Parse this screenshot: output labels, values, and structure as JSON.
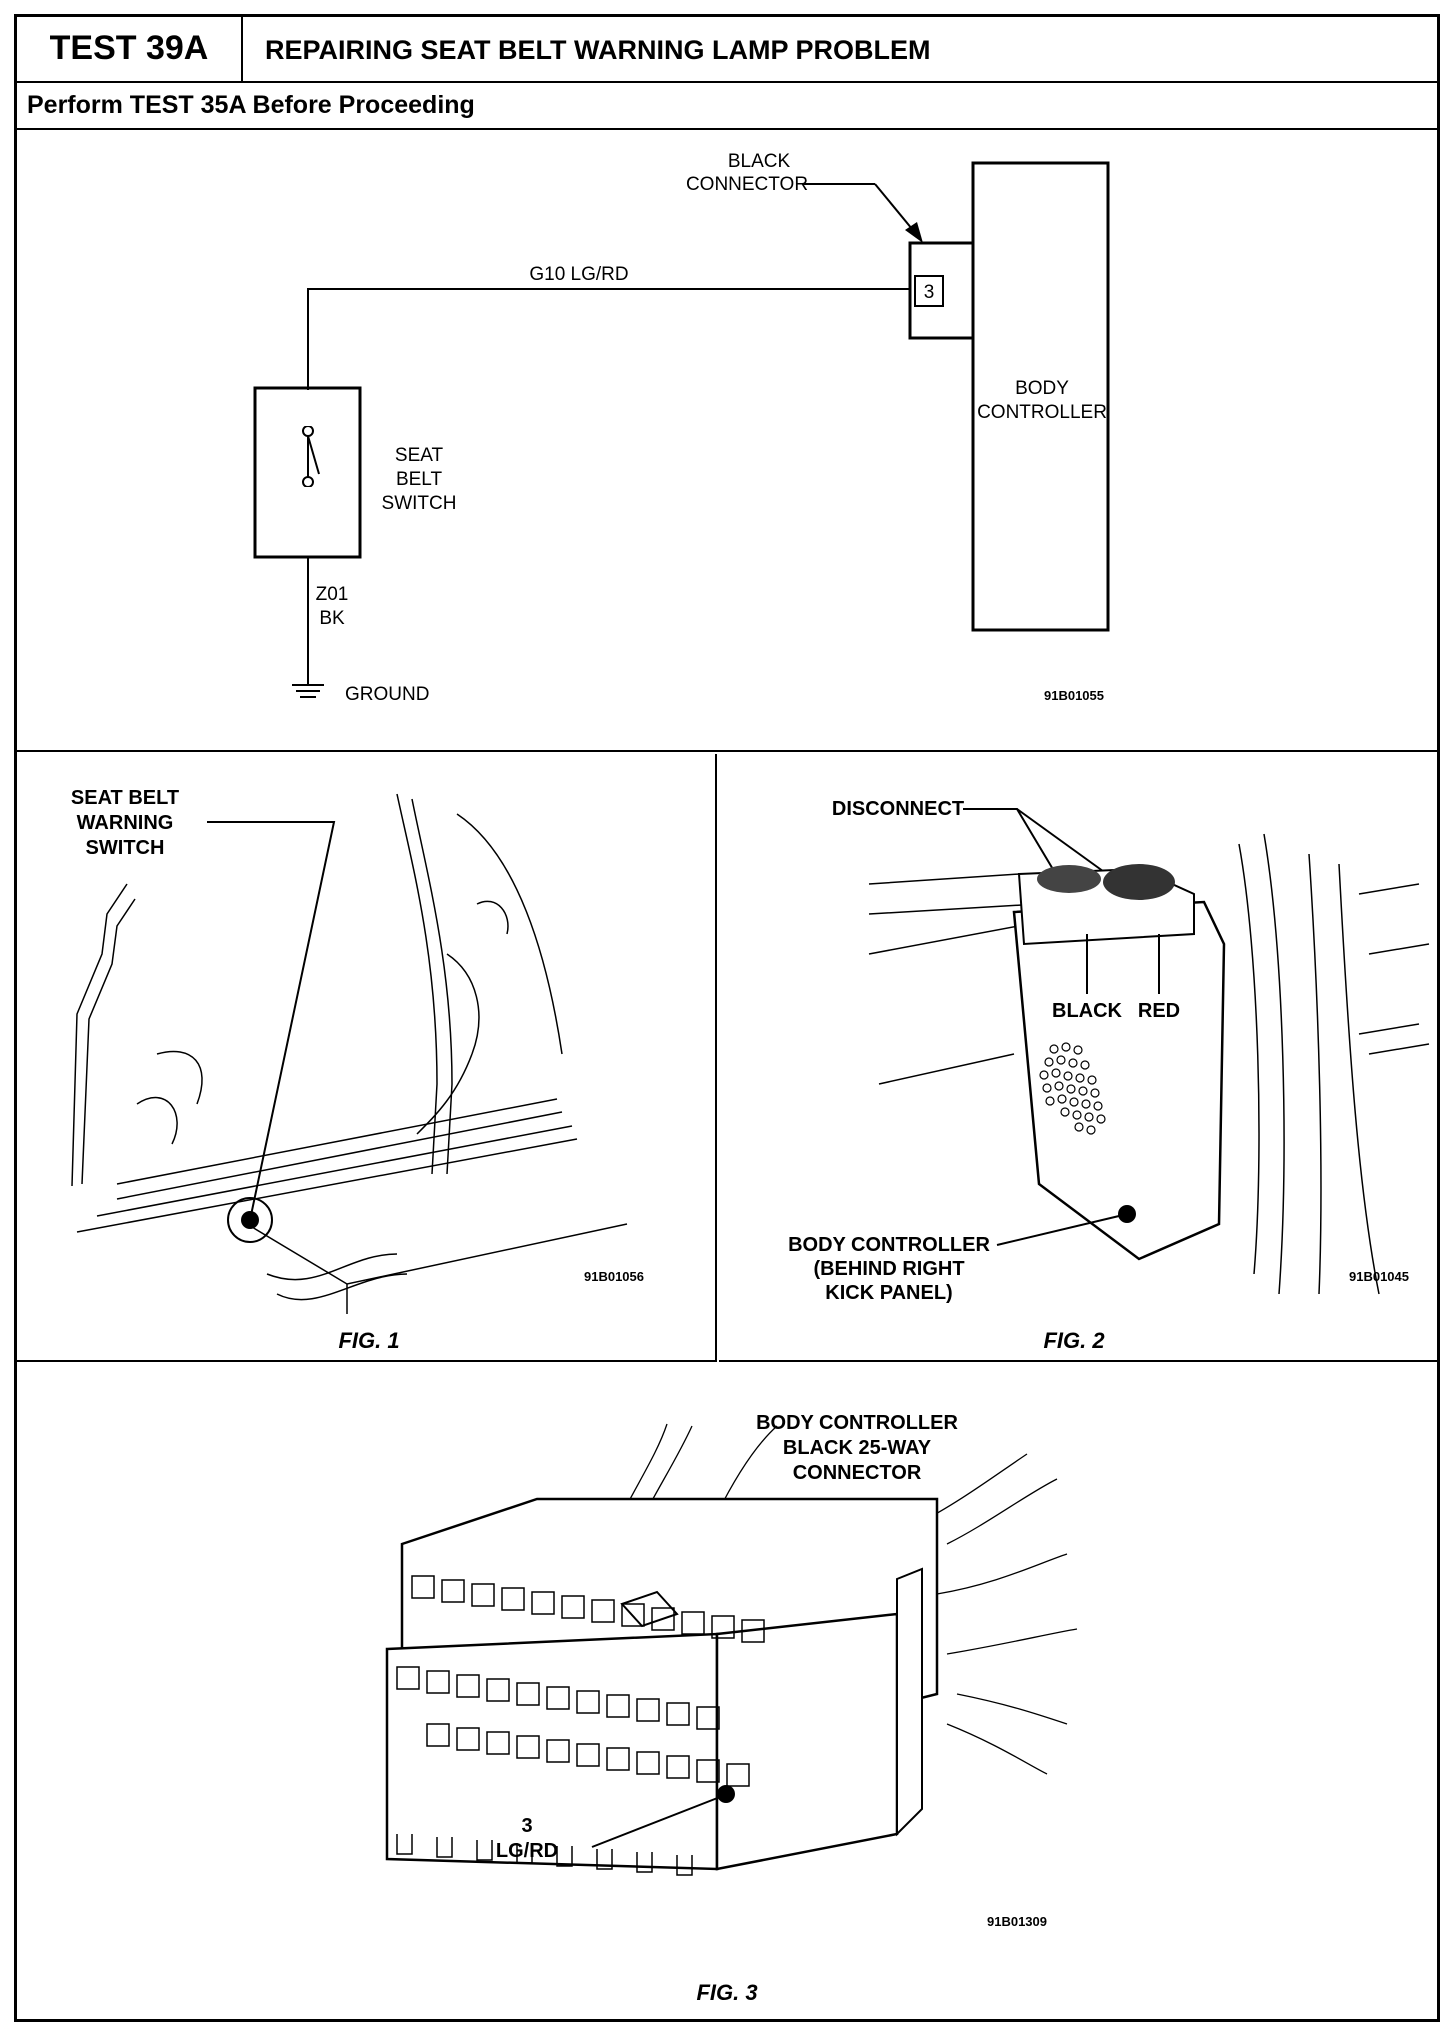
{
  "header": {
    "test_id": "TEST 39A",
    "title": "REPAIRING SEAT BELT WARNING LAMP PROBLEM",
    "subtitle": "Perform TEST 35A Before Proceeding"
  },
  "schematic": {
    "black_connector_line1": "BLACK",
    "black_connector_line2": "CONNECTOR",
    "pin": "3",
    "wire_label": "G10 LG/RD",
    "body_controller_line1": "BODY",
    "body_controller_line2": "CONTROLLER",
    "switch_line1": "SEAT",
    "switch_line2": "BELT",
    "switch_line3": "SWITCH",
    "ground_wire_line1": "Z01",
    "ground_wire_line2": "BK",
    "ground_label": "GROUND",
    "ref_code": "91B01055"
  },
  "fig1": {
    "callout_line1": "SEAT BELT",
    "callout_line2": "WARNING",
    "callout_line3": "SWITCH",
    "ref_code": "91B01056",
    "caption": "FIG. 1"
  },
  "fig2": {
    "disconnect": "DISCONNECT",
    "black": "BLACK",
    "red": "RED",
    "bc_line1": "BODY CONTROLLER",
    "bc_line2": "(BEHIND RIGHT",
    "bc_line3": "KICK PANEL)",
    "ref_code": "91B01045",
    "caption": "FIG. 2"
  },
  "fig3": {
    "title_line1": "BODY CONTROLLER",
    "title_line2": "BLACK 25-WAY",
    "title_line3": "CONNECTOR",
    "pin_line1": "3",
    "pin_line2": "LG/RD",
    "ref_code": "91B01309",
    "caption": "FIG. 3"
  }
}
